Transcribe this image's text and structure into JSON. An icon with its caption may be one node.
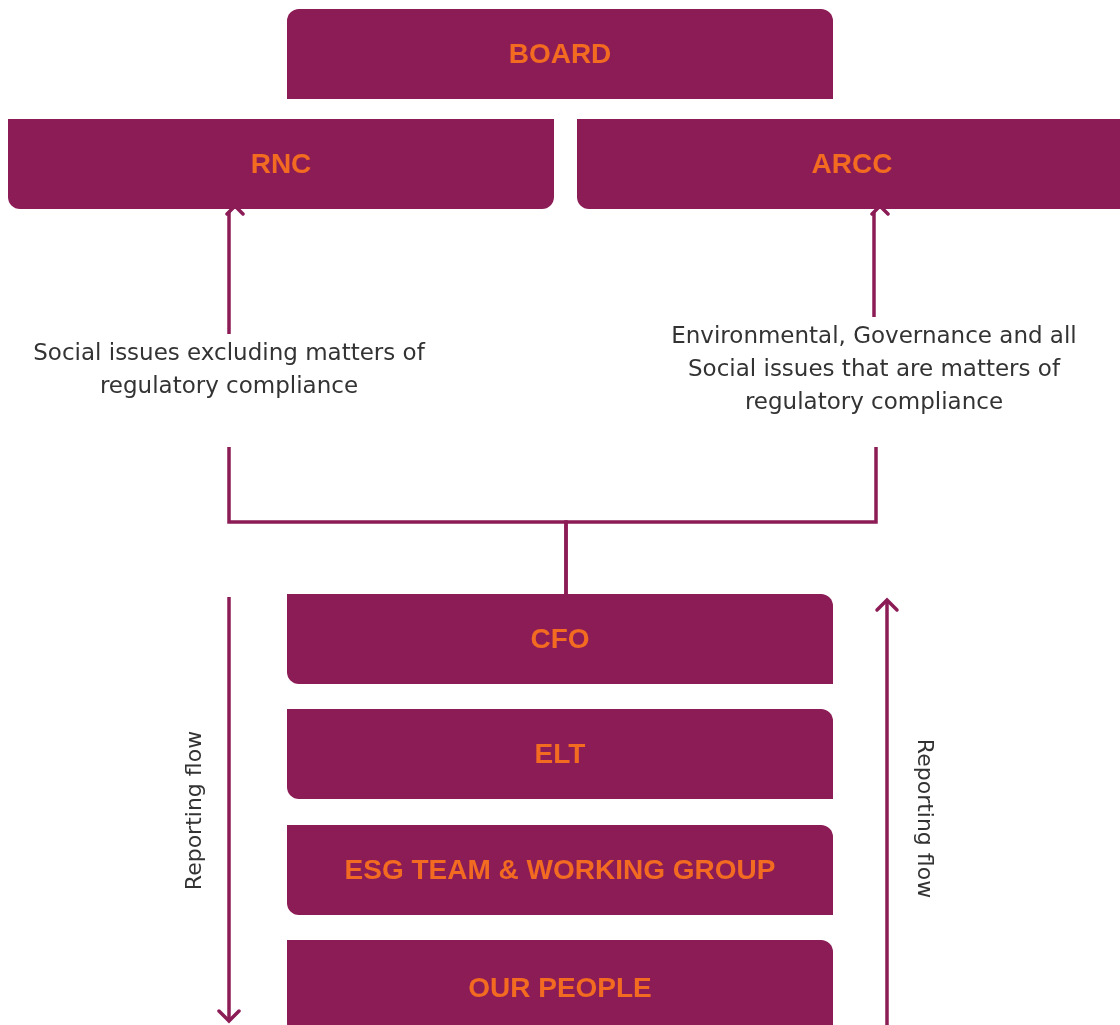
{
  "diagram": {
    "nodes": [
      {
        "text": [
          "BOARD"
        ]
      },
      {
        "text": [
          "RNC"
        ]
      },
      {
        "text": [
          "ARCC"
        ]
      },
      {
        "text": [
          "Social issues excluding matters of regulatory compliance"
        ]
      },
      {
        "text": [
          "Environmental, Governance and all Social issues that are matters of regulatory compliance"
        ]
      },
      {
        "text": [
          "CFO"
        ]
      },
      {
        "text": [
          "ELT"
        ]
      },
      {
        "text": [
          "ESG TEAM & WORKING GROUP"
        ]
      },
      {
        "text": [
          "OUR PEOPLE"
        ]
      }
    ],
    "edges": [
      {
        "from": 3,
        "to": 1,
        "arrow": "to"
      },
      {
        "from": 4,
        "to": 2,
        "arrow": "to"
      },
      {
        "from": 5,
        "to": 3,
        "arrow": "none"
      },
      {
        "from": 5,
        "to": 4,
        "arrow": "none"
      }
    ],
    "labels": [
      "Reporting flow",
      "Reporting flow"
    ]
  }
}
